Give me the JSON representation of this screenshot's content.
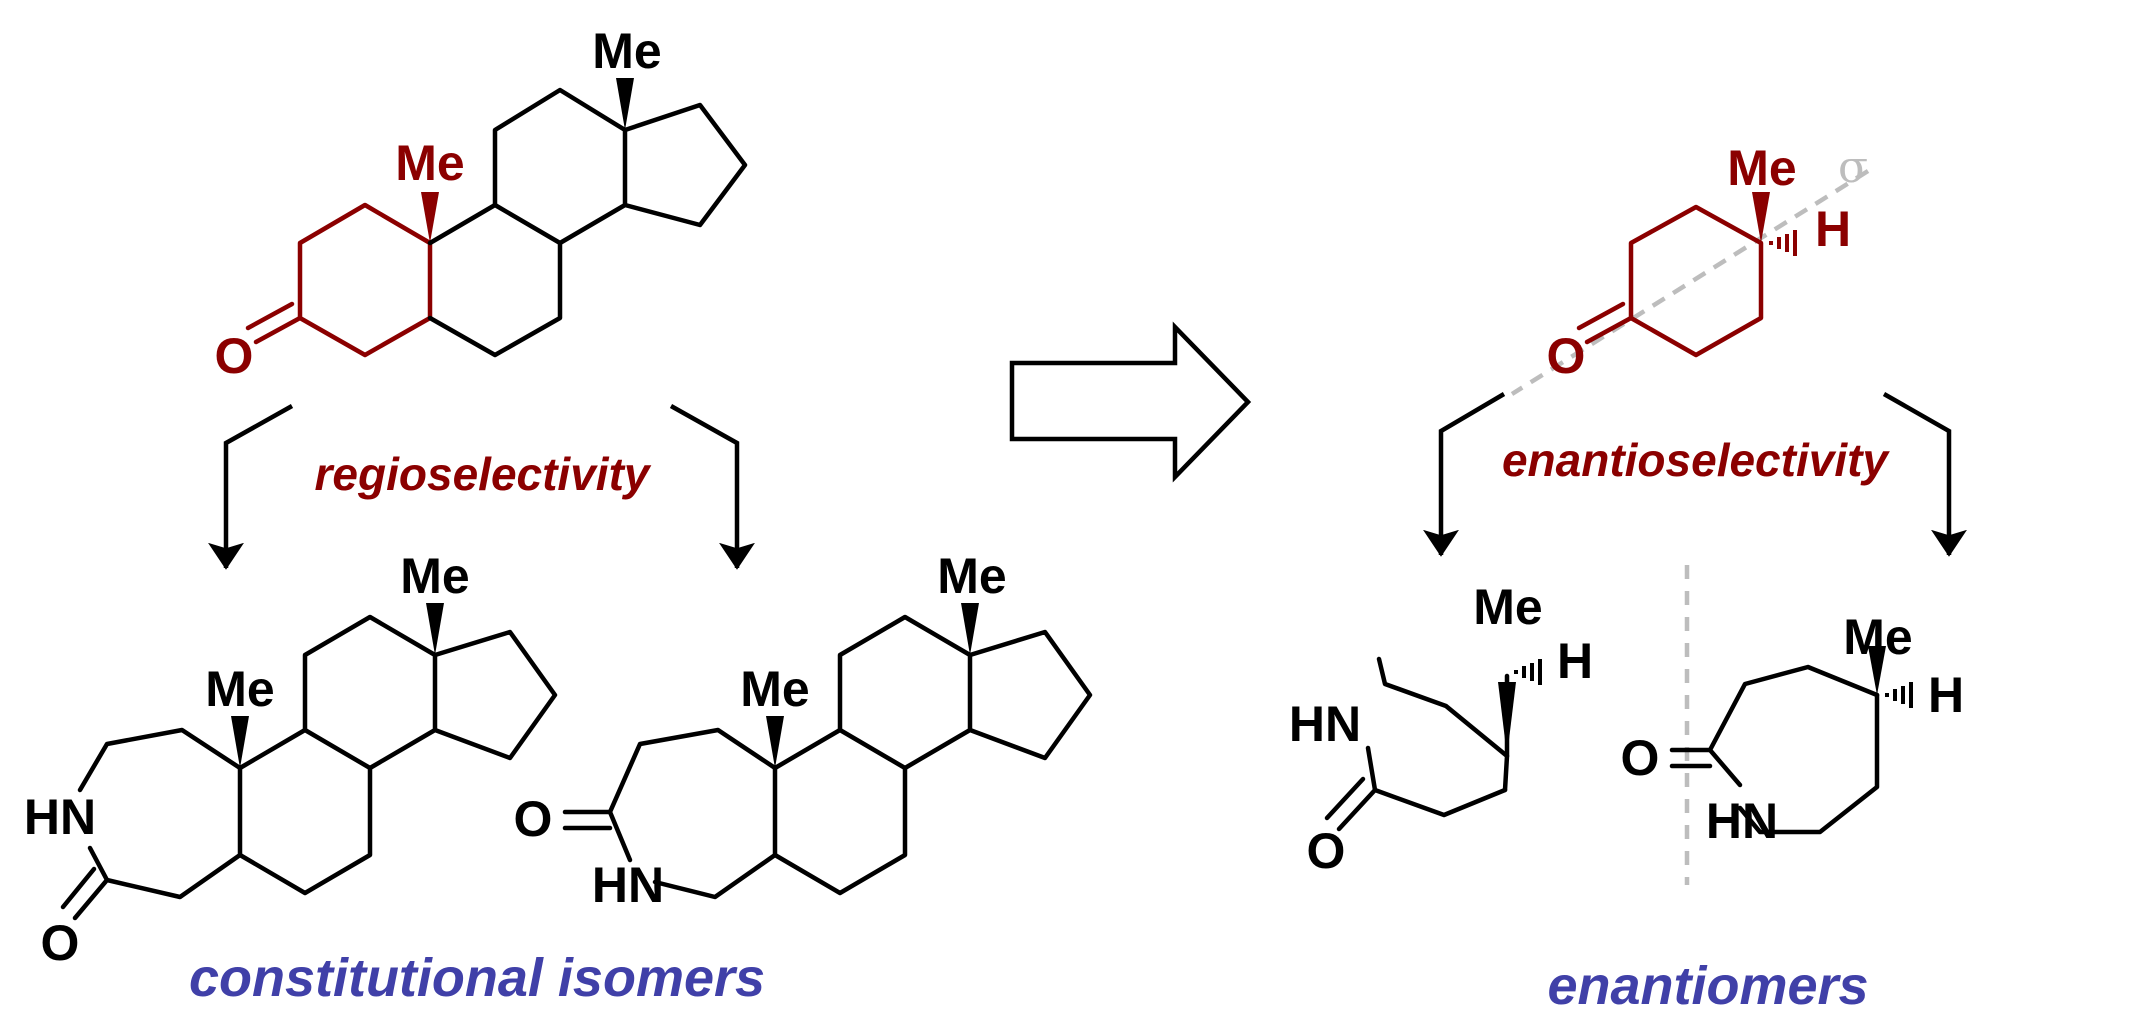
{
  "colors": {
    "dark_red": "#8b0000",
    "blue": "#4040a8",
    "black": "#000000",
    "gray": "#bdbdbd"
  },
  "labels": {
    "me": "Me",
    "o": "O",
    "h": "H",
    "hn": "HN",
    "sigma": "σ",
    "regioselectivity": "regioselectivity",
    "enantioselectivity": "enantioselectivity",
    "constitutional_isomers": "constitutional isomers",
    "enantiomers": "enantiomers"
  }
}
